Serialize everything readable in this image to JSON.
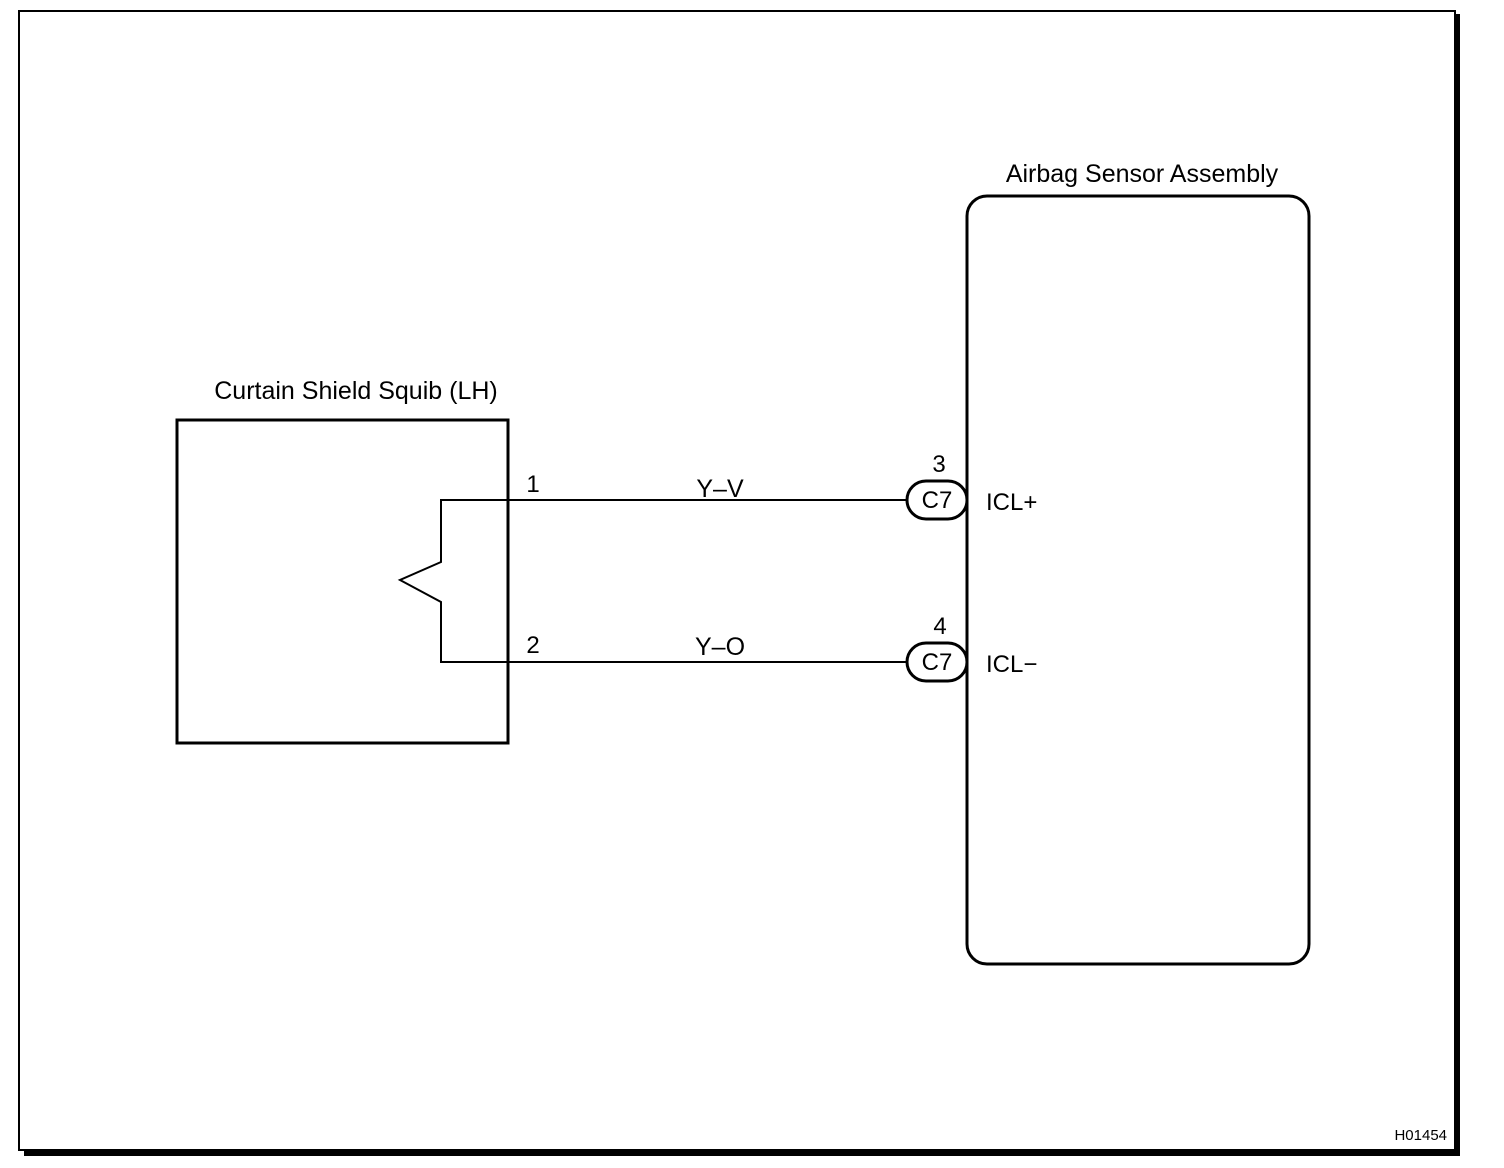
{
  "squib": {
    "title": "Curtain Shield Squib (LH)",
    "pin_1": "1",
    "pin_2": "2"
  },
  "sensor": {
    "title": "Airbag Sensor Assembly",
    "terminal_plus": "ICL+",
    "terminal_minus": "ICL−"
  },
  "wires": [
    {
      "color_code": "Y–V",
      "connector": "C7",
      "connector_pin": "3"
    },
    {
      "color_code": "Y–O",
      "connector": "C7",
      "connector_pin": "4"
    }
  ],
  "figure_code": "H01454"
}
